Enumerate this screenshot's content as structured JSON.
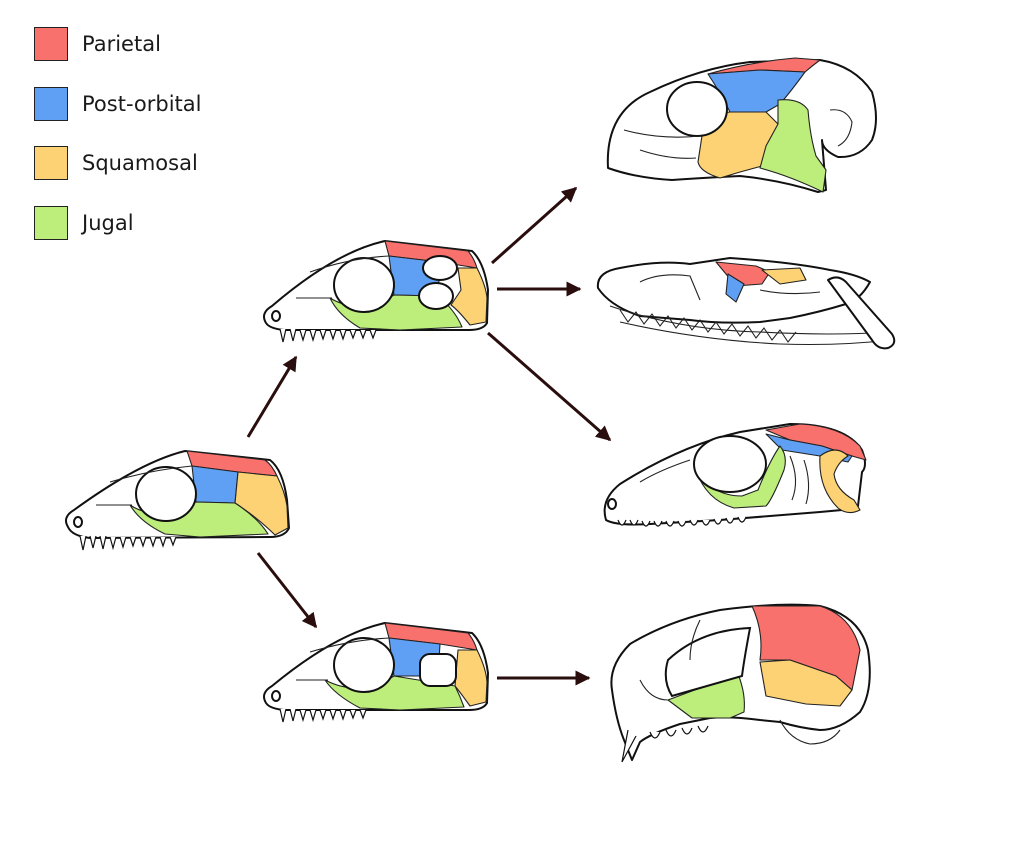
{
  "legend": {
    "items": [
      {
        "label": "Parietal",
        "color": "#f8716c"
      },
      {
        "label": "Post-orbital",
        "color": "#5fa0f5"
      },
      {
        "label": "Squamosal",
        "color": "#fcd274"
      },
      {
        "label": "Jugal",
        "color": "#bdee7c"
      }
    ]
  },
  "colors": {
    "outline": "#111111",
    "arrow": "#2a0d0d",
    "background": "#ffffff"
  },
  "diagram": {
    "nodes": [
      {
        "id": "ancestral-skull",
        "icon": "anapsid-skull-icon"
      },
      {
        "id": "diapsid-skull",
        "icon": "diapsid-skull-icon"
      },
      {
        "id": "synapsid-skull",
        "icon": "synapsid-skull-icon"
      },
      {
        "id": "turtle-skull",
        "icon": "turtle-skull-icon"
      },
      {
        "id": "snake-skull",
        "icon": "snake-skull-icon"
      },
      {
        "id": "lizard-skull",
        "icon": "lizard-skull-icon"
      },
      {
        "id": "mammal-skull",
        "icon": "mammal-skull-icon"
      }
    ],
    "edges": [
      {
        "from": "ancestral-skull",
        "to": "diapsid-skull"
      },
      {
        "from": "ancestral-skull",
        "to": "synapsid-skull"
      },
      {
        "from": "diapsid-skull",
        "to": "turtle-skull"
      },
      {
        "from": "diapsid-skull",
        "to": "snake-skull"
      },
      {
        "from": "diapsid-skull",
        "to": "lizard-skull"
      },
      {
        "from": "synapsid-skull",
        "to": "mammal-skull"
      }
    ]
  }
}
